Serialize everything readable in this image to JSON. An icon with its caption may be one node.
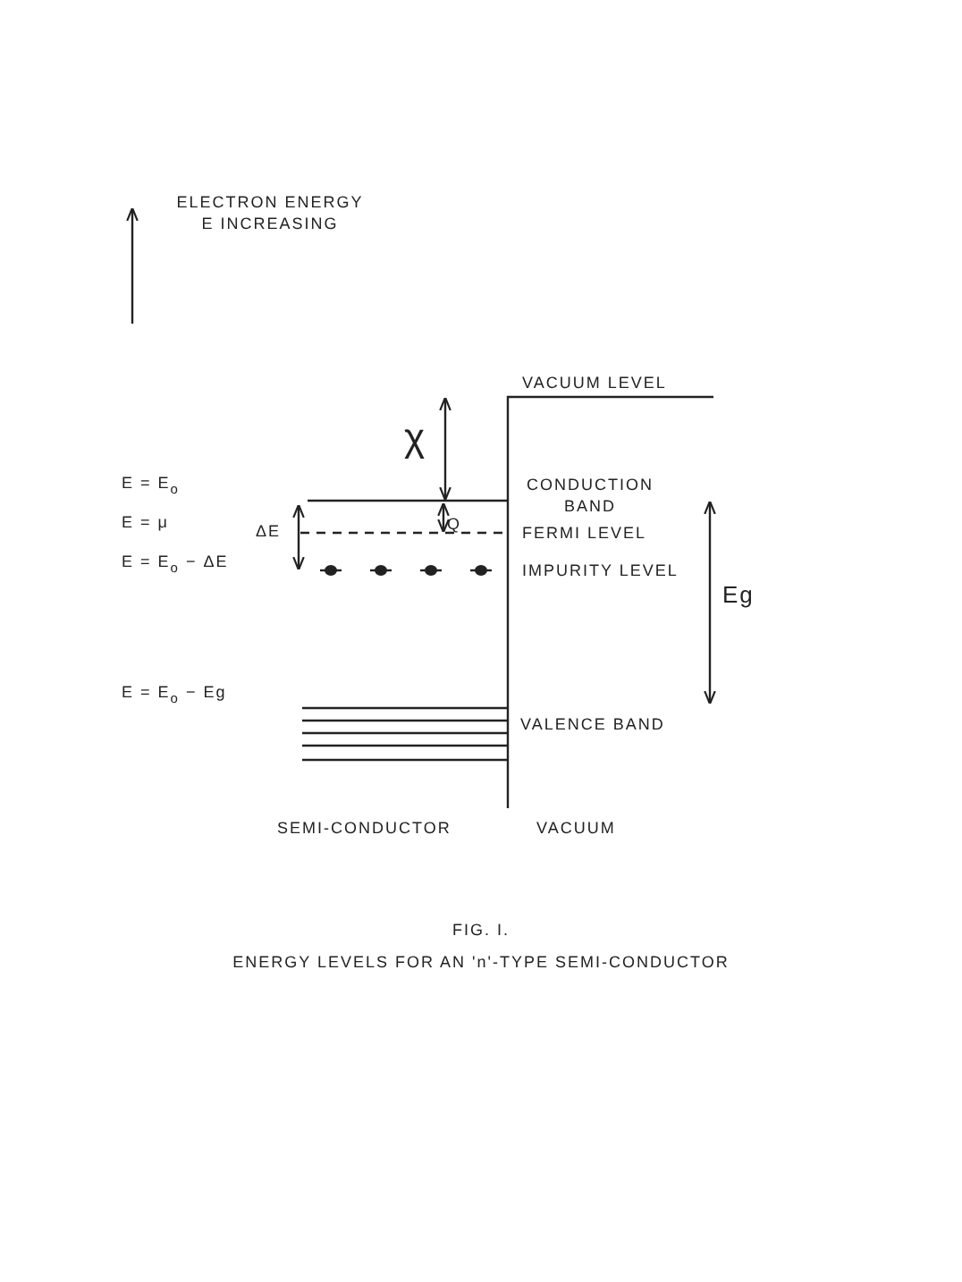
{
  "diagram": {
    "title": "FIG. I.",
    "caption": "ENERGY LEVELS FOR AN 'n'-TYPE SEMI-CONDUCTOR",
    "labels": [
      "ELECTRON ENERGY E INCREASING",
      "VACUUM LEVEL",
      "χ",
      "CONDUCTION BAND",
      "Q",
      "E = E$_{o}$",
      "E = μ",
      "ΔE",
      "FERMI LEVEL",
      "E = E$_{o}$ − ΔE",
      "IMPURITY LEVEL",
      "Eg",
      "E = E$_{o}$ − Eg",
      "VALENCE BAND",
      "SEMI-CONDUCTOR",
      "VACUUM"
    ]
  }
}
